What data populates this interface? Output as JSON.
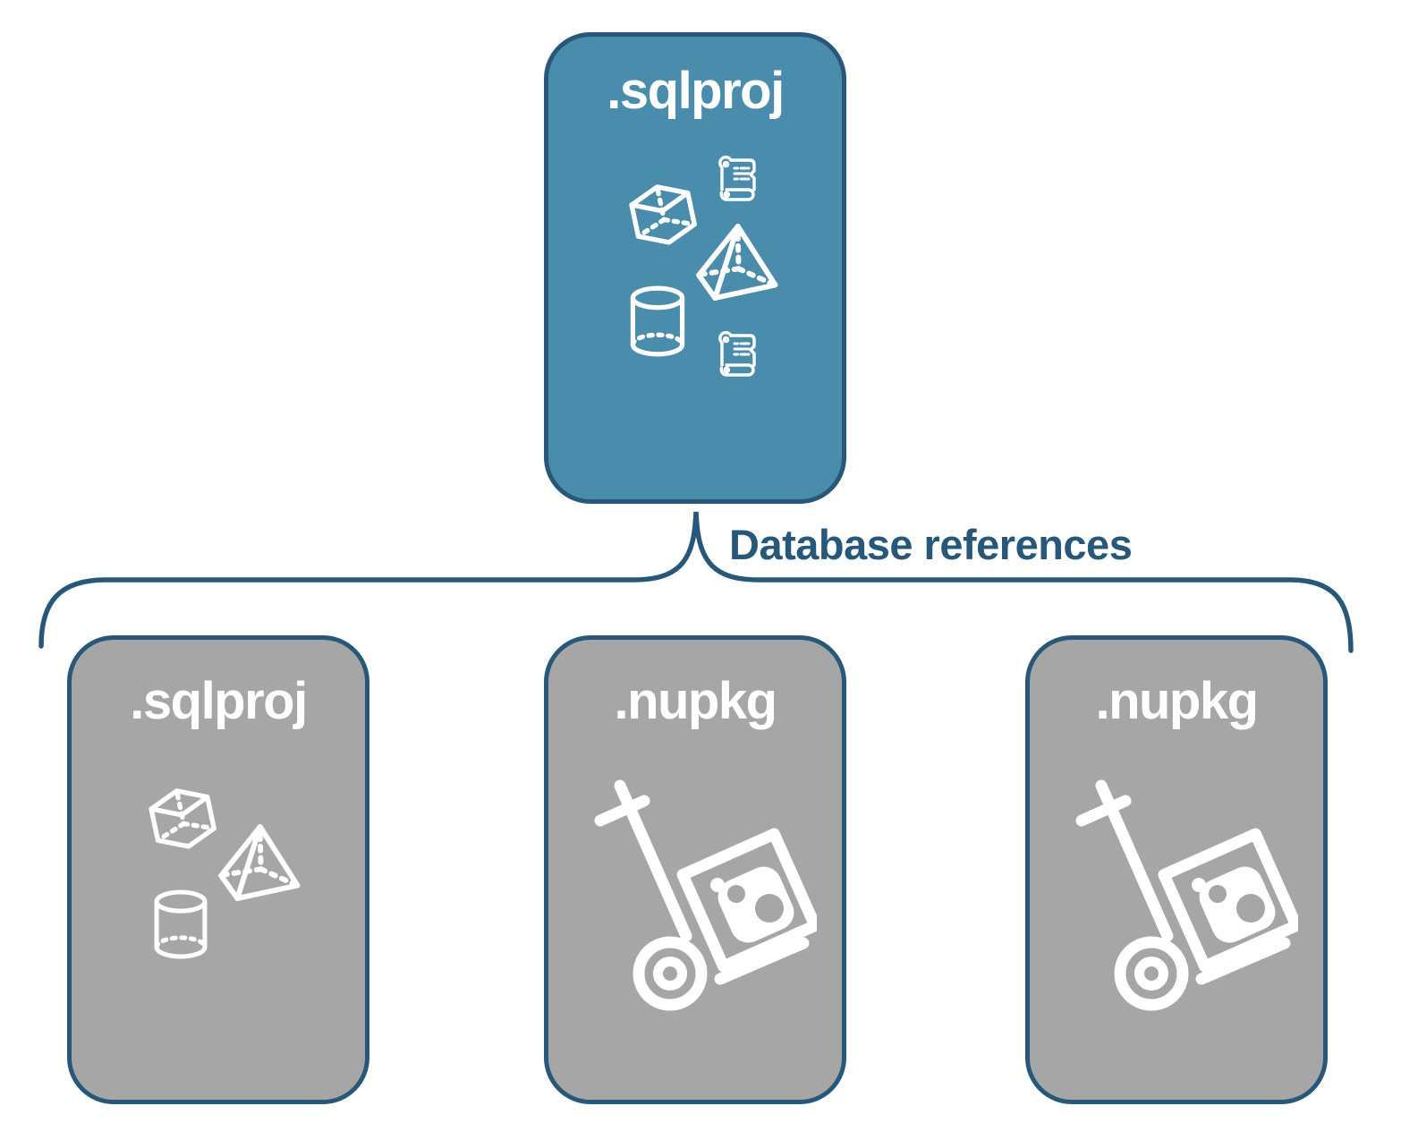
{
  "diagram": {
    "connector_label": "Database references",
    "root_card": {
      "title": ".sqlproj",
      "icons": [
        "scroll-icon",
        "cube-icon",
        "pyramid-icon",
        "cylinder-icon",
        "scroll-icon"
      ]
    },
    "child_cards": [
      {
        "title": ".sqlproj",
        "icons": [
          "cube-icon",
          "pyramid-icon",
          "cylinder-icon"
        ]
      },
      {
        "title": ".nupkg",
        "icons": [
          "package-dolly-icon"
        ]
      },
      {
        "title": ".nupkg",
        "icons": [
          "package-dolly-icon"
        ]
      }
    ],
    "colors": {
      "root_fill": "#4a8cab",
      "child_fill": "#a6a6a6",
      "outline": "#27587a",
      "icon": "#ffffff",
      "title_text": "#ffffff",
      "label_text": "#27587a",
      "background": "#ffffff"
    }
  }
}
